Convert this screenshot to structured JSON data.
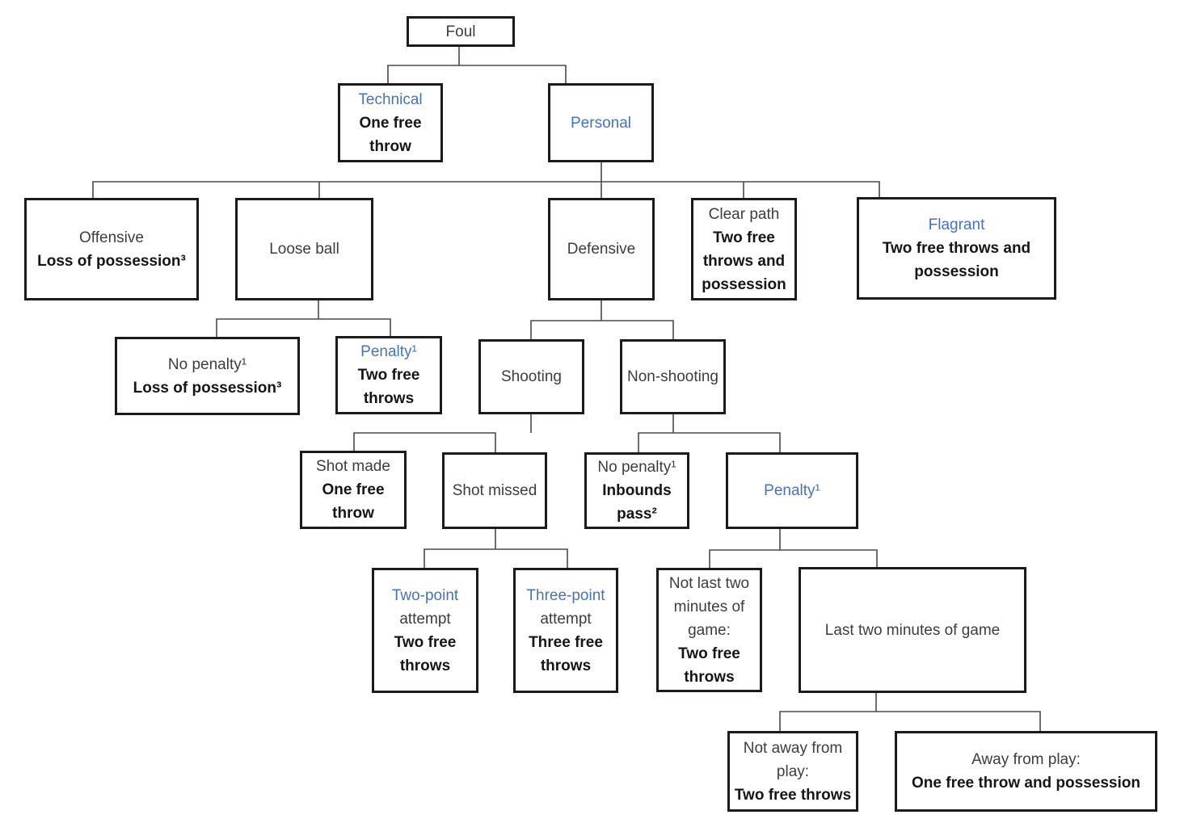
{
  "diagram": {
    "root_label": "Foul",
    "type": "decision-tree",
    "colors": {
      "accent_blue": "#4472c4",
      "box_border": "#1b1b1b",
      "plain_text": "#3d3d3d",
      "bold_text": "#161616",
      "connector": "#4a4a4a",
      "background": "#ffffff"
    }
  },
  "nodes": {
    "foul": {
      "segments": [
        {
          "t": "Foul",
          "s": "plain"
        }
      ]
    },
    "technical": {
      "segments": [
        {
          "t": "Technical",
          "s": "blue"
        },
        {
          "t": "One free",
          "s": "bold"
        },
        {
          "t": "throw",
          "s": "bold"
        }
      ]
    },
    "personal": {
      "segments": [
        {
          "t": "Personal",
          "s": "blue"
        }
      ]
    },
    "offensive": {
      "segments": [
        {
          "t": "Offensive",
          "s": "plain"
        },
        {
          "t": "Loss of possession³",
          "s": "bold"
        }
      ]
    },
    "loose_ball": {
      "segments": [
        {
          "t": "Loose ball",
          "s": "plain"
        }
      ]
    },
    "defensive": {
      "segments": [
        {
          "t": "Defensive",
          "s": "plain"
        }
      ]
    },
    "clear_path": {
      "segments": [
        {
          "t": "Clear path",
          "s": "plain"
        },
        {
          "t": "Two free",
          "s": "bold"
        },
        {
          "t": "throws and",
          "s": "bold"
        },
        {
          "t": "possession",
          "s": "bold"
        }
      ]
    },
    "flagrant": {
      "segments": [
        {
          "t": "Flagrant",
          "s": "blue"
        },
        {
          "t": "Two free throws and",
          "s": "bold"
        },
        {
          "t": "possession",
          "s": "bold"
        }
      ]
    },
    "no_penalty_loose": {
      "segments": [
        {
          "t": "No penalty¹",
          "s": "plain"
        },
        {
          "t": "Loss of possession³",
          "s": "bold"
        }
      ]
    },
    "penalty_loose": {
      "segments": [
        {
          "t": "Penalty¹",
          "s": "blue"
        },
        {
          "t": "Two free",
          "s": "bold"
        },
        {
          "t": "throws",
          "s": "bold"
        }
      ]
    },
    "shooting": {
      "segments": [
        {
          "t": "Shooting",
          "s": "plain"
        }
      ]
    },
    "non_shooting": {
      "segments": [
        {
          "t": "Non-shooting",
          "s": "plain"
        }
      ]
    },
    "shot_made": {
      "segments": [
        {
          "t": "Shot made",
          "s": "plain"
        },
        {
          "t": "One free",
          "s": "bold"
        },
        {
          "t": "throw",
          "s": "bold"
        }
      ]
    },
    "shot_missed": {
      "segments": [
        {
          "t": "Shot missed",
          "s": "plain"
        }
      ]
    },
    "no_penalty_inbounds": {
      "segments": [
        {
          "t": "No penalty¹",
          "s": "plain"
        },
        {
          "t": "Inbounds",
          "s": "bold"
        },
        {
          "t": "pass²",
          "s": "bold"
        }
      ]
    },
    "penalty_nonshooting": {
      "segments": [
        {
          "t": "Penalty¹",
          "s": "blue"
        }
      ]
    },
    "two_point": {
      "segments": [
        {
          "t": "Two-point",
          "s": "blue"
        },
        {
          "t": "attempt",
          "s": "plain"
        },
        {
          "t": "Two free",
          "s": "bold"
        },
        {
          "t": "throws",
          "s": "bold"
        }
      ]
    },
    "three_point": {
      "segments": [
        {
          "t": "Three-point",
          "s": "blue"
        },
        {
          "t": "attempt",
          "s": "plain"
        },
        {
          "t": "Three free",
          "s": "bold"
        },
        {
          "t": "throws",
          "s": "bold"
        }
      ]
    },
    "not_last_two": {
      "segments": [
        {
          "t": "Not last two",
          "s": "plain"
        },
        {
          "t": "minutes of",
          "s": "plain"
        },
        {
          "t": "game:",
          "s": "plain"
        },
        {
          "t": "Two free",
          "s": "bold"
        },
        {
          "t": "throws",
          "s": "bold"
        }
      ]
    },
    "last_two": {
      "segments": [
        {
          "t": "Last two minutes of game",
          "s": "plain"
        }
      ]
    },
    "not_away": {
      "segments": [
        {
          "t": "Not away from",
          "s": "plain"
        },
        {
          "t": "play:",
          "s": "plain"
        },
        {
          "t": "Two free throws",
          "s": "bold"
        }
      ]
    },
    "away": {
      "segments": [
        {
          "t": "Away from play:",
          "s": "plain"
        },
        {
          "t": "One free throw and possession",
          "s": "bold"
        }
      ]
    }
  }
}
